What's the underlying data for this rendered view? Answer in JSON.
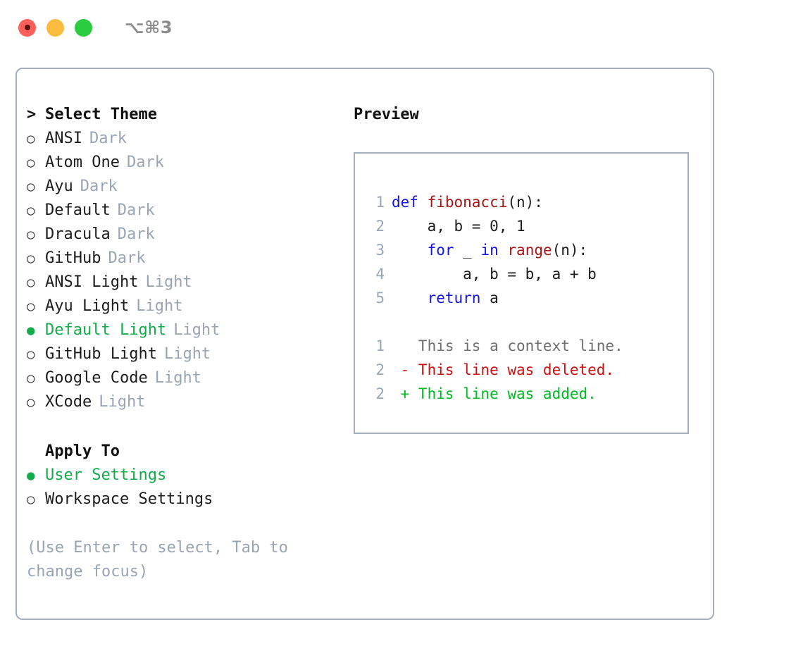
{
  "titlebar": {
    "shortcut": "⌥⌘3",
    "lights": [
      {
        "name": "close",
        "color": "#fc6058"
      },
      {
        "name": "minimize",
        "color": "#fcbc40"
      },
      {
        "name": "maximize",
        "color": "#2bcc3e"
      }
    ]
  },
  "colors": {
    "accent_green": "#14ab4b",
    "border": "#a4afbd",
    "muted": "#9aa5b4",
    "keyword_blue": "#1414e0",
    "function_red": "#a81414",
    "diff_deleted": "#cc1111",
    "diff_added": "#00bb22"
  },
  "theme_list": {
    "heading_marker": ">",
    "heading": "Select Theme",
    "marker_selected": "●",
    "marker_unselected": "○",
    "items": [
      {
        "label": "ANSI",
        "tag": "Dark",
        "selected": false
      },
      {
        "label": "Atom One",
        "tag": "Dark",
        "selected": false
      },
      {
        "label": "Ayu",
        "tag": "Dark",
        "selected": false
      },
      {
        "label": "Default",
        "tag": "Dark",
        "selected": false
      },
      {
        "label": "Dracula",
        "tag": "Dark",
        "selected": false
      },
      {
        "label": "GitHub",
        "tag": "Dark",
        "selected": false
      },
      {
        "label": "ANSI Light",
        "tag": "Light",
        "selected": false
      },
      {
        "label": "Ayu Light",
        "tag": "Light",
        "selected": false
      },
      {
        "label": "Default Light",
        "tag": "Light",
        "selected": true
      },
      {
        "label": "GitHub Light",
        "tag": "Light",
        "selected": false
      },
      {
        "label": "Google Code",
        "tag": "Light",
        "selected": false
      },
      {
        "label": "XCode",
        "tag": "Light",
        "selected": false
      }
    ]
  },
  "apply_to": {
    "heading": "Apply To",
    "items": [
      {
        "label": "User Settings",
        "selected": true
      },
      {
        "label": "Workspace Settings",
        "selected": false
      }
    ]
  },
  "hint": "(Use Enter to select, Tab to change focus)",
  "preview": {
    "title": "Preview",
    "code_lines": [
      {
        "no": "1",
        "tokens": [
          {
            "t": "def ",
            "c": "kw"
          },
          {
            "t": "fibonacci",
            "c": "fn"
          },
          {
            "t": "(n):",
            "c": "code-text"
          }
        ]
      },
      {
        "no": "2",
        "tokens": [
          {
            "t": "    a, b = 0, 1",
            "c": "code-text"
          }
        ]
      },
      {
        "no": "3",
        "tokens": [
          {
            "t": "    ",
            "c": "code-text"
          },
          {
            "t": "for",
            "c": "kw"
          },
          {
            "t": " _ ",
            "c": "code-text"
          },
          {
            "t": "in",
            "c": "kw"
          },
          {
            "t": " ",
            "c": "code-text"
          },
          {
            "t": "range",
            "c": "fn"
          },
          {
            "t": "(n):",
            "c": "code-text"
          }
        ]
      },
      {
        "no": "4",
        "tokens": [
          {
            "t": "        a, b = b, a + b",
            "c": "code-text"
          }
        ]
      },
      {
        "no": "5",
        "tokens": [
          {
            "t": "    ",
            "c": "code-text"
          },
          {
            "t": "return",
            "c": "kw"
          },
          {
            "t": " a",
            "c": "code-text"
          }
        ]
      }
    ],
    "diff_lines": [
      {
        "no": "1",
        "tokens": [
          {
            "t": "   This is a context line.",
            "c": "ctx"
          }
        ]
      },
      {
        "no": "2",
        "tokens": [
          {
            "t": " - This line was deleted.",
            "c": "del"
          }
        ]
      },
      {
        "no": "2",
        "tokens": [
          {
            "t": " + This line was added.",
            "c": "add"
          }
        ]
      }
    ]
  }
}
